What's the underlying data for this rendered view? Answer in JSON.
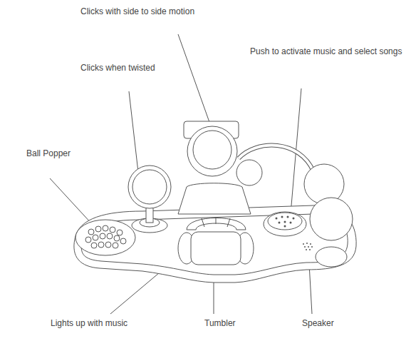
{
  "diagram": {
    "labels": [
      "Clicks with side to side motion",
      "Clicks when twisted",
      "Push to activate music and select songs",
      "Ball Popper",
      "Lights up with music",
      "Tumbler",
      "Speaker"
    ]
  }
}
